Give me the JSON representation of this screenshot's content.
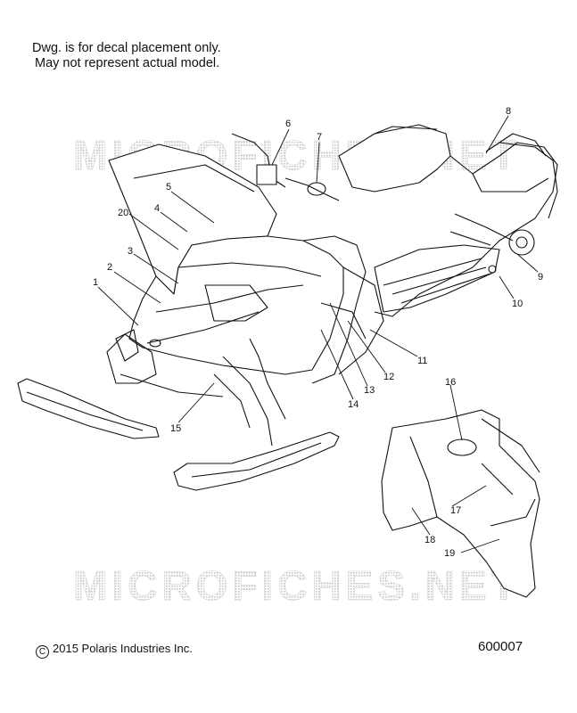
{
  "note": {
    "line1": "Dwg. is for decal placement only.",
    "line2": "May not represent actual model."
  },
  "watermarks": [
    "MICROFICHES.NET",
    "MICROFICHES.NET"
  ],
  "copyright": "2015 Polaris Industries Inc.",
  "drawing_number": "600007",
  "callouts": [
    "1",
    "2",
    "3",
    "4",
    "5",
    "6",
    "7",
    "8",
    "9",
    "10",
    "11",
    "12",
    "13",
    "14",
    "15",
    "16",
    "17",
    "18",
    "19",
    "20"
  ]
}
